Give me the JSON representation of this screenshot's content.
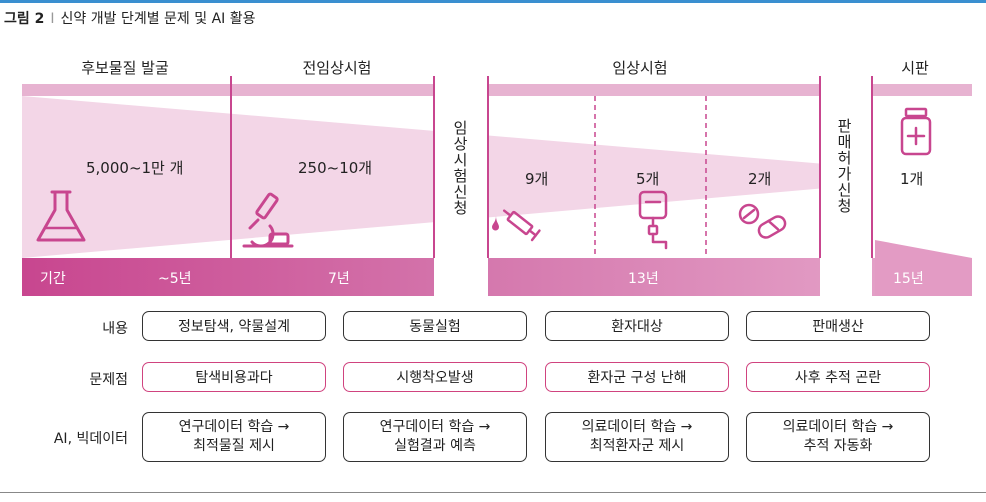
{
  "figure": {
    "label": "그림 2",
    "separator": "I",
    "title": "신약 개발 단계별 문제 및 AI 활용"
  },
  "phases": [
    "후보물질 발굴",
    "전임상시험",
    "임상시험",
    "시판"
  ],
  "counts": [
    "5,000~1만 개",
    "250~10개",
    "9개",
    "5개",
    "2개",
    "1개"
  ],
  "vertical_labels": {
    "clinical_application": "임상시험신청",
    "sales_application": "판매허가신청"
  },
  "timeline": {
    "period_label": "기간",
    "periods": [
      "~5년",
      "7년",
      "13년",
      "15년"
    ]
  },
  "rows": {
    "content": {
      "label": "내용",
      "items": [
        "정보탐색, 약물설계",
        "동물실험",
        "환자대상",
        "판매생산"
      ]
    },
    "problem": {
      "label": "문제점",
      "items": [
        "탐색비용과다",
        "시행착오발생",
        "환자군 구성 난해",
        "사후 추적 곤란"
      ]
    },
    "ai": {
      "label": "AI, 빅데이터",
      "items": [
        [
          "연구데이터 학습 →",
          "최적물질 제시"
        ],
        [
          "연구데이터 학습 →",
          "실험결과 예측"
        ],
        [
          "의료데이터 학습 →",
          "최적환자군 제시"
        ],
        [
          "의료데이터 학습 →",
          "추적 자동화"
        ]
      ]
    }
  },
  "icons": [
    "flask-icon",
    "microscope-icon",
    "syringe-icon",
    "iv-bag-icon",
    "pills-icon",
    "medicine-bottle-icon"
  ],
  "colors": {
    "accent": "#c8468f",
    "light": "#f1cde2",
    "bar_light": "#e5a8cc",
    "title_line": "#3a8fd0"
  }
}
